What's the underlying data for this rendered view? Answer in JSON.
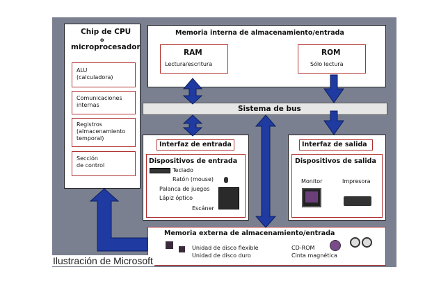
{
  "cpu": {
    "title_line1": "Chip de CPU",
    "title_line2": "o",
    "title_line3": "microprocesador",
    "alu": [
      "ALU",
      "(calculadora)"
    ],
    "comms": [
      "Comunicaciones",
      "internas"
    ],
    "registers": [
      "Registros",
      "(almacenamiento",
      "temporal)"
    ],
    "control": [
      "Sección",
      "de control"
    ]
  },
  "internal_memory": {
    "title": "Memoria interna de almacenamiento/entrada",
    "ram_title": "RAM",
    "ram_sub": "Lectura/escritura",
    "rom_title": "ROM",
    "rom_sub": "Sólo lectura"
  },
  "bus": {
    "label": "Sistema de bus"
  },
  "input_interface": {
    "title": "Interfaz de entrada",
    "devices_title": "Dispositivos de entrada",
    "keyboard": "Teclado",
    "mouse": "Ratón (mouse)",
    "joystick": "Palanca de juegos",
    "pen": "Lápiz óptico",
    "scanner": "Escáner"
  },
  "output_interface": {
    "title": "Interfaz de salida",
    "devices_title": "Dispositivos de salida",
    "monitor": "Monitor",
    "printer": "Impresora"
  },
  "external_memory": {
    "title": "Memoria externa de almacenamiento/entrada",
    "floppy": "Unidad de disco flexible",
    "hdd": "Unidad de disco duro",
    "cdrom": "CD-ROM",
    "tape": "Cinta magnética"
  },
  "credit": "Ilustración de Microsoft",
  "colors": {
    "panel": "#7a8090",
    "arrow": "#1f3aa0",
    "bus": "#e6e6e6",
    "accent_red": "#b03030"
  }
}
